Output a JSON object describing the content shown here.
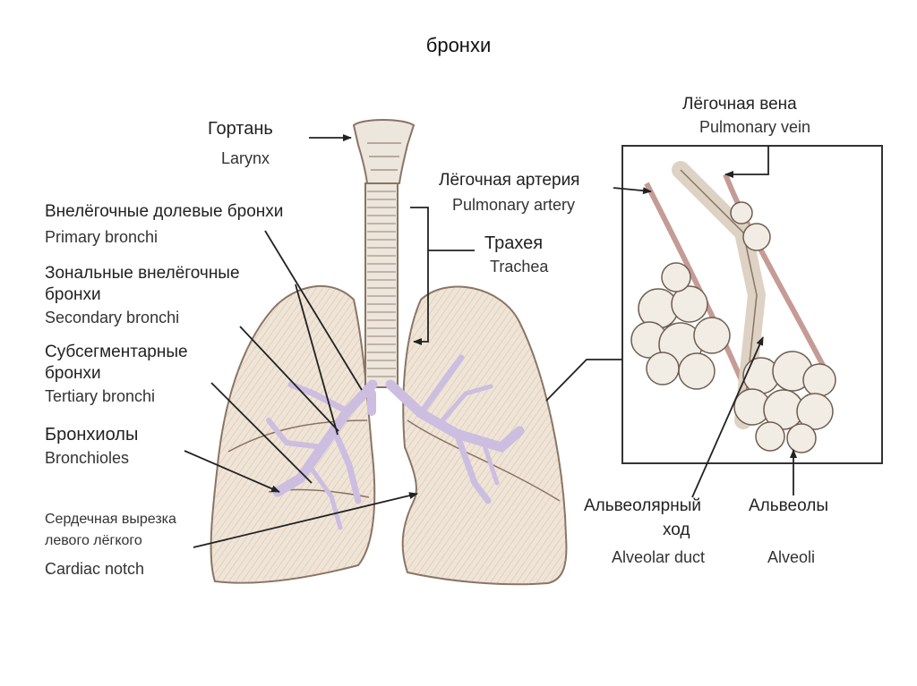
{
  "title": "бронхи",
  "labels": {
    "larynx_ru": "Гортань",
    "larynx_en": "Larynx",
    "primary_ru": "Внелёгочные долевые бронхи",
    "primary_en": "Primary bronchi",
    "secondary_ru_1": "Зональные внелёгочные",
    "secondary_ru_2": "бронхи",
    "secondary_en": "Secondary bronchi",
    "tertiary_ru_1": "Субсегментарные",
    "tertiary_ru_2": "бронхи",
    "tertiary_en": "Tertiary bronchi",
    "bronchioles_ru": "Бронхиолы",
    "bronchioles_en": "Bronchioles",
    "cardiac_ru_1": "Сердечная вырезка",
    "cardiac_ru_2": "левого лёгкого",
    "cardiac_en": "Cardiac notch",
    "trachea_ru": "Трахея",
    "trachea_en": "Trachea",
    "pvein_ru": "Лёгочная вена",
    "pvein_en": "Pulmonary vein",
    "partery_ru": "Лёгочная артерия",
    "partery_en": "Pulmonary artery",
    "aduct_ru_1": "Альвеолярный",
    "aduct_ru_2": "ход",
    "aduct_en": "Alveolar duct",
    "alveoli_ru": "Альвеолы",
    "alveoli_en": "Alveoli"
  },
  "colors": {
    "lung_fill": "#efe4d6",
    "lung_stroke": "#8a7464",
    "bronchi": "#cdbde0",
    "trachea": "#ece6dc",
    "leader": "#222222"
  }
}
